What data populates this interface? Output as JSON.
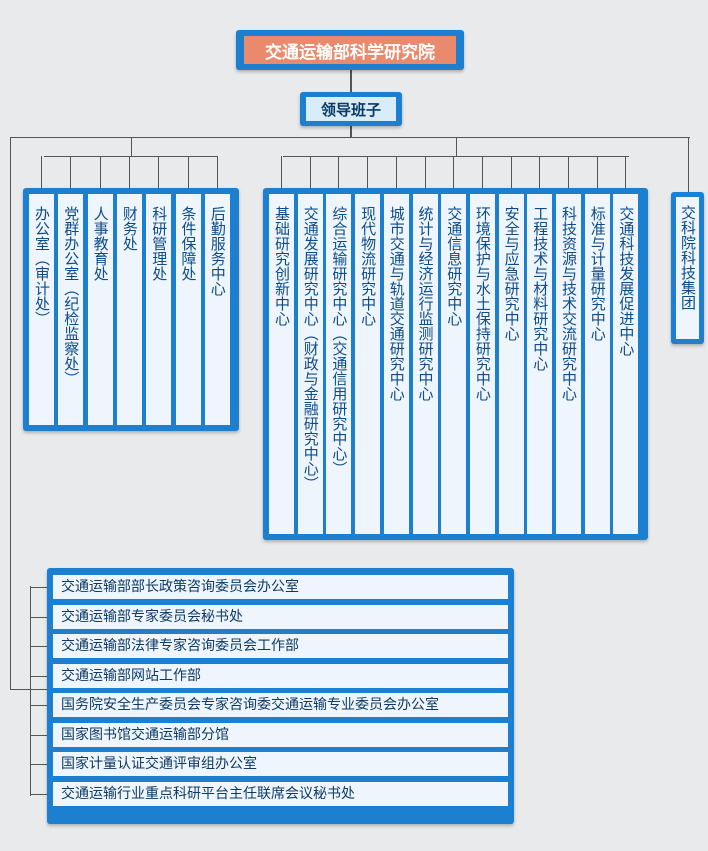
{
  "root": {
    "label": "交通运输部科学研究院"
  },
  "leadership": {
    "label": "领导班子"
  },
  "admin_departments": [
    {
      "label": "办公室（审计处）"
    },
    {
      "label": "党群办公室（纪检监察处）"
    },
    {
      "label": "人事教育处"
    },
    {
      "label": "财务处"
    },
    {
      "label": "科研管理处"
    },
    {
      "label": "条件保障处"
    },
    {
      "label": "后勤服务中心"
    }
  ],
  "research_centers": [
    {
      "label": "基础研究创新中心"
    },
    {
      "label": "交通发展研究中心（财政与金融研究中心）"
    },
    {
      "label": "综合运输研究中心（交通信用研究中心）"
    },
    {
      "label": "现代物流研究中心"
    },
    {
      "label": "城市交通与轨道交通研究中心"
    },
    {
      "label": "统计与经济运行监测研究中心"
    },
    {
      "label": "交通信息研究中心"
    },
    {
      "label": "环境保护与水土保持研究中心"
    },
    {
      "label": "安全与应急研究中心"
    },
    {
      "label": "工程技术与材料研究中心"
    },
    {
      "label": "科技资源与技术交流研究中心"
    },
    {
      "label": "标准与计量研究中心"
    },
    {
      "label": "交通科技发展促进中心"
    }
  ],
  "group": {
    "label": "交科院科技集团"
  },
  "offices": [
    {
      "label": "交通运输部部长政策咨询委员会办公室"
    },
    {
      "label": "交通运输部专家委员会秘书处"
    },
    {
      "label": "交通运输部法律专家咨询委员会工作部"
    },
    {
      "label": "交通运输部网站工作部"
    },
    {
      "label": "国务院安全生产委员会专家咨询委交通运输专业委员会办公室"
    },
    {
      "label": "国家图书馆交通运输部分馆"
    },
    {
      "label": "国家计量认证交通评审组办公室"
    },
    {
      "label": "交通运输行业重点科研平台主任联席会议秘书处"
    }
  ]
}
